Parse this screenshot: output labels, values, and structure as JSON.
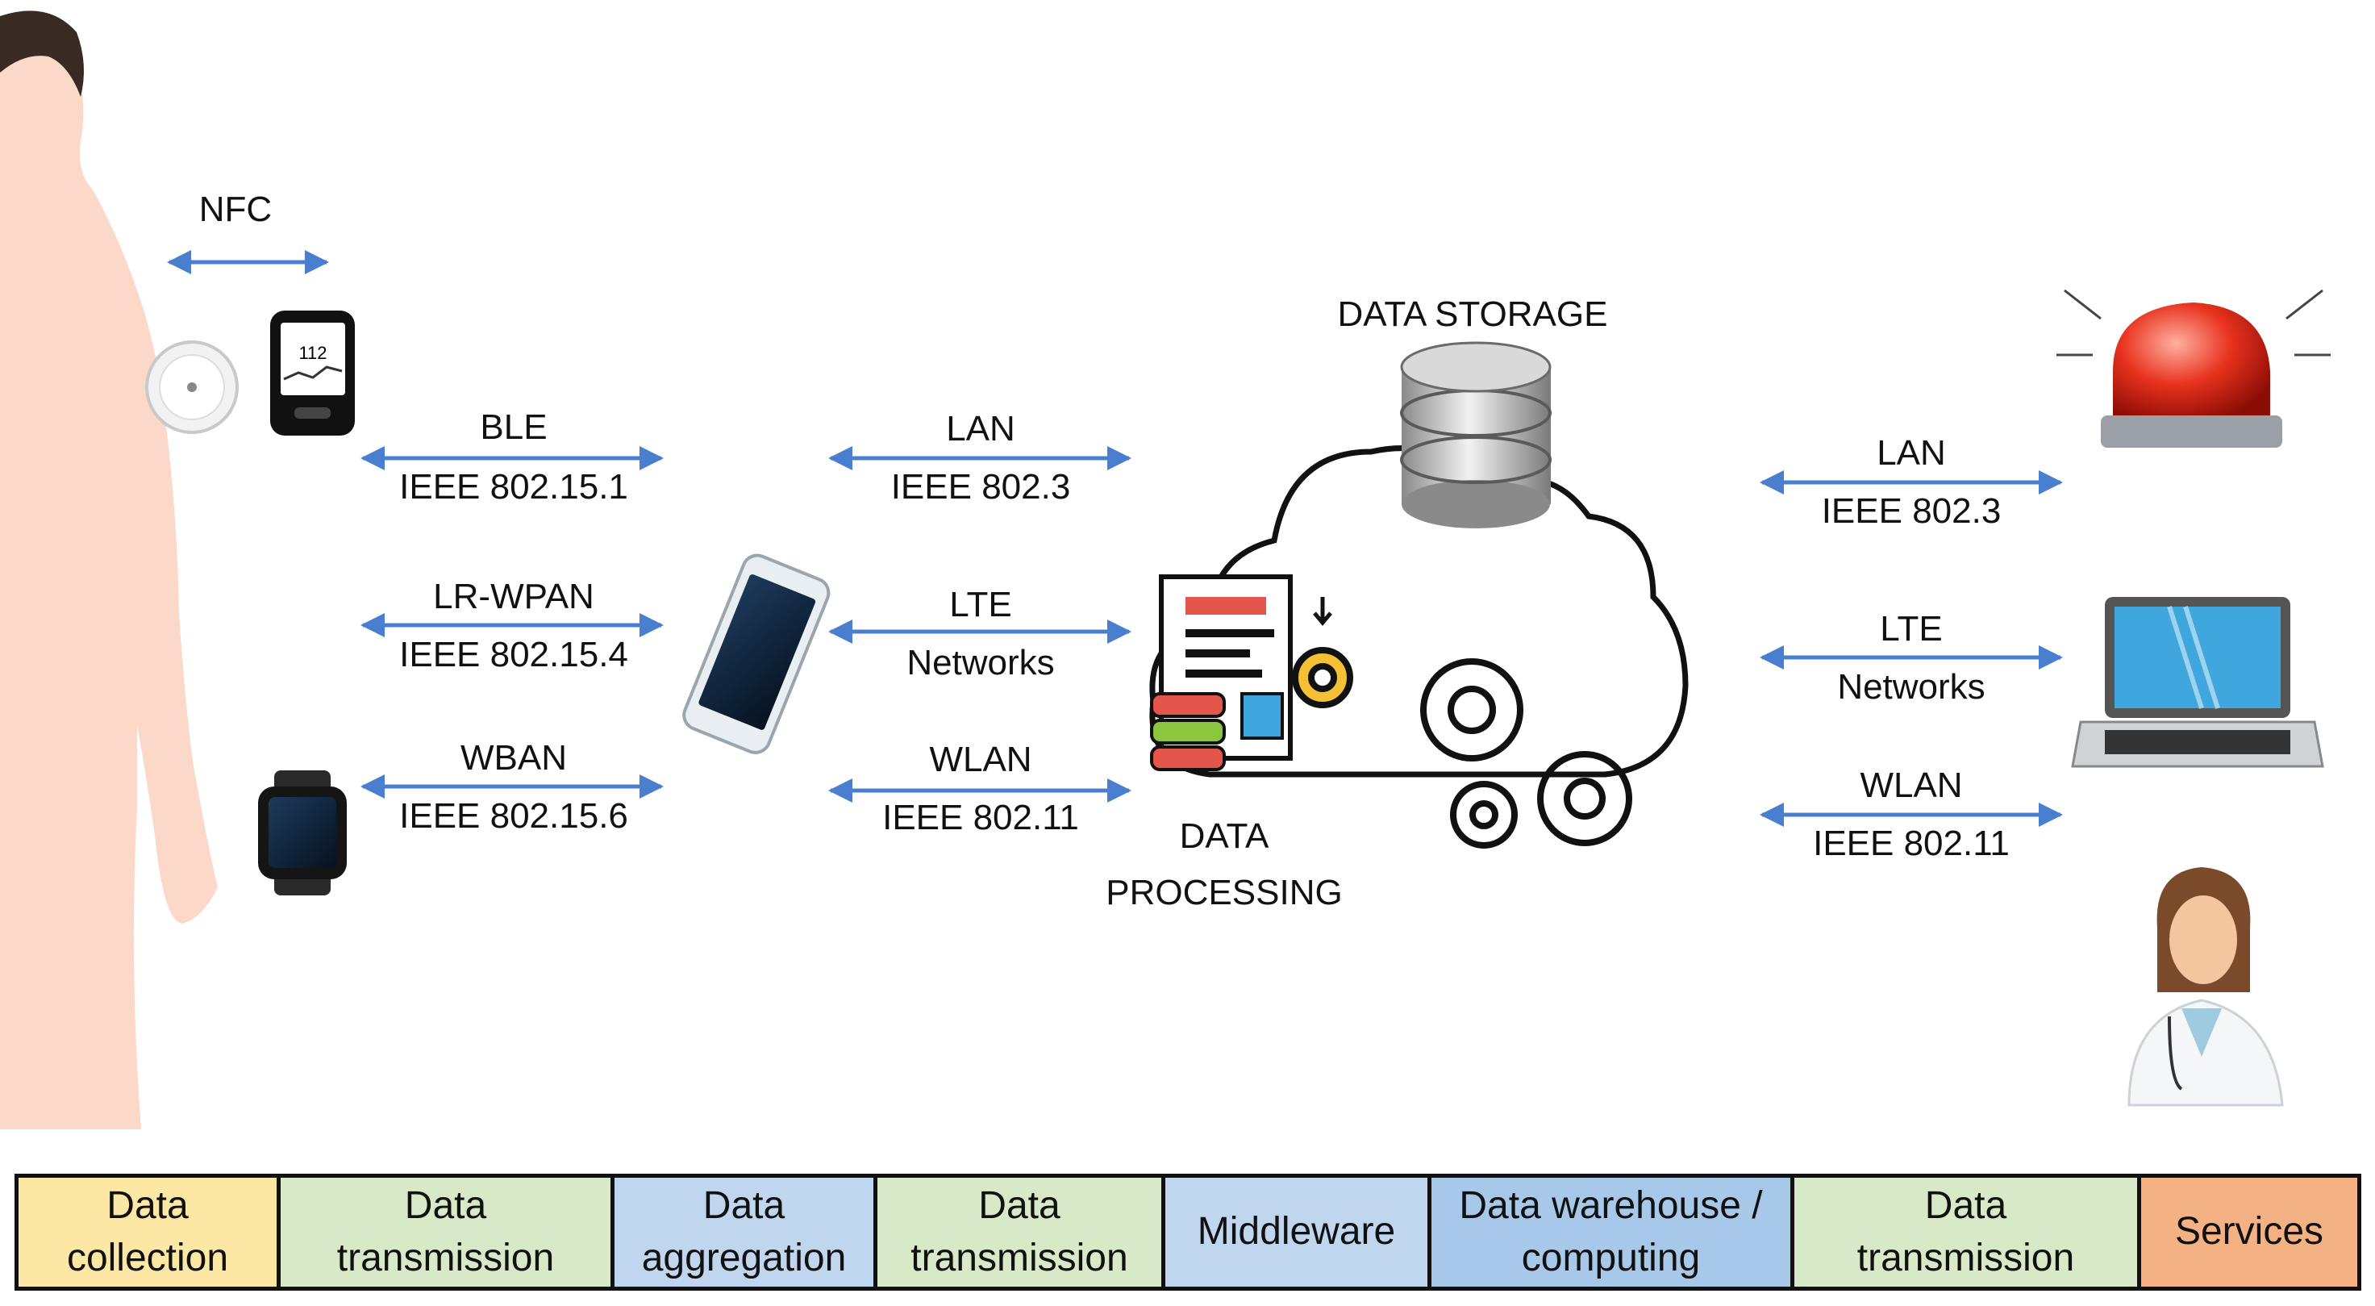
{
  "labels": {
    "nfc": "NFC",
    "ble": "BLE",
    "ble_std": "IEEE 802.15.1",
    "lrwpan": "LR-WPAN",
    "lrwpan_std": "IEEE 802.15.4",
    "wban": "WBAN",
    "wban_std": "IEEE 802.15.6",
    "lan": "LAN",
    "lan_std": "IEEE 802.3",
    "lte": "LTE",
    "lte_sub": "Networks",
    "wlan": "WLAN",
    "wlan_std": "IEEE 802.11",
    "storage": "DATA STORAGE",
    "processing_1": "DATA",
    "processing_2": "PROCESSING",
    "lan_r": "LAN",
    "lan_r_std": "IEEE 802.3",
    "lte_r": "LTE",
    "lte_r_sub": "Networks",
    "wlan_r": "WLAN",
    "wlan_r_std": "IEEE 802.11",
    "glucose_value": "112"
  },
  "stages": [
    {
      "l1": "Data",
      "l2": "collection",
      "color": "#fde7a4"
    },
    {
      "l1": "Data",
      "l2": "transmission",
      "color": "#d7e9c6"
    },
    {
      "l1": "Data",
      "l2": "aggregation",
      "color": "#bfd6ee"
    },
    {
      "l1": "Data",
      "l2": "transmission",
      "color": "#d7e9c6"
    },
    {
      "l1": "Middleware",
      "l2": "",
      "color": "#bfd6ee"
    },
    {
      "l1": "Data warehouse /",
      "l2": "computing",
      "color": "#a8c8ea"
    },
    {
      "l1": "Data",
      "l2": "transmission",
      "color": "#d7e9c6"
    },
    {
      "l1": "Services",
      "l2": "",
      "color": "#f4b183"
    }
  ],
  "colors": {
    "arrow": "#4a7fd0",
    "skin": "#fbd8c8",
    "hair": "#3a2a24"
  },
  "icons": [
    "human-body-figure",
    "cgm-sensor-icon",
    "glucose-reader-icon",
    "smartwatch-icon",
    "smartphone-icon",
    "database-icon",
    "cloud-icon",
    "document-icon",
    "gear-icon",
    "siren-icon",
    "laptop-icon",
    "doctor-icon"
  ]
}
